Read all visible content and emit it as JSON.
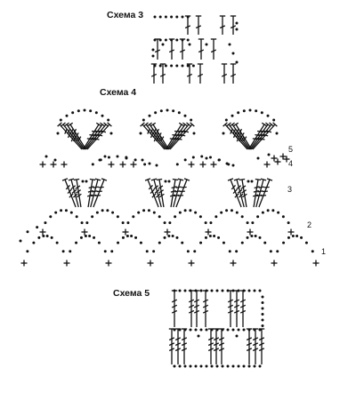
{
  "colors": {
    "ink": "#111111",
    "background": "#ffffff"
  },
  "symbols": {
    "chain": "dot",
    "single_crochet": "plus",
    "double_crochet": "T-one-bar",
    "treble_crochet": "T-two-bars",
    "double_treble": "T-three-bars"
  },
  "scheme3": {
    "title": "Схема 3"
  },
  "scheme4": {
    "title": "Схема 4",
    "row_numbers": [
      "1",
      "2",
      "3",
      "4",
      "5"
    ]
  },
  "scheme5": {
    "title": "Схема 5"
  }
}
